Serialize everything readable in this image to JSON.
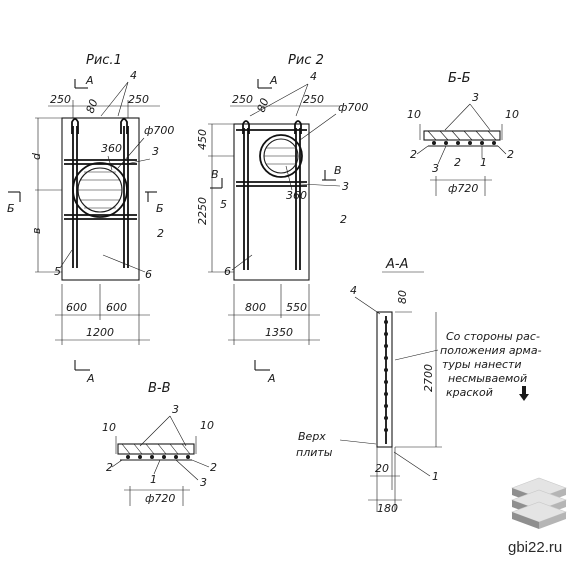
{
  "figure1": {
    "title": "Рис.1",
    "section_a": "А",
    "callout_4": "4",
    "dim_250_left": "250",
    "dim_80": "80",
    "dim_250_right": "250",
    "dim_700": "ф700",
    "dim_360": "360",
    "callout_3": "3",
    "dim_d": "d",
    "dim_b": "в",
    "section_b_left": "Б",
    "section_b_right": "Б",
    "callout_2": "2",
    "callout_5": "5",
    "callout_6": "6",
    "dim_600_left": "600",
    "dim_600_right": "600",
    "dim_1200": "1200",
    "section_a_bottom": "А"
  },
  "figure2": {
    "title": "Рис 2",
    "section_a": "А",
    "callout_4": "4",
    "dim_250_left": "250",
    "dim_80": "80",
    "dim_250_right": "250",
    "dim_700": "ф700",
    "dim_450": "450",
    "dim_2250": "2250",
    "section_v_left": "В",
    "section_v_right": "В",
    "callout_3": "3",
    "dim_360": "360",
    "callout_5": "5",
    "callout_2": "2",
    "callout_6": "6",
    "dim_800": "800",
    "dim_550": "550",
    "dim_1350": "1350",
    "section_a_bottom": "А"
  },
  "section_bb": {
    "title": "Б-Б",
    "callout_3": "3",
    "dim_10_left": "10",
    "dim_10_right": "10",
    "callout_2_left": "2",
    "callout_3_low": "3",
    "callout_2_mid": "2",
    "callout_1": "1",
    "callout_2_right": "2",
    "dim_720": "ф720"
  },
  "section_vv": {
    "title": "В-В",
    "callout_3": "3",
    "dim_10_left": "10",
    "dim_10_right": "10",
    "callout_2_left": "2",
    "callout_2_right": "2",
    "callout_1": "1",
    "callout_3_low": "3",
    "dim_720": "ф720"
  },
  "section_aa": {
    "title": "А-А",
    "callout_4": "4",
    "dim_80": "80",
    "dim_2700": "2700",
    "note_line1": "Со стороны рас-",
    "note_line2": "положения арма-",
    "note_line3": "туры нанести",
    "note_line4": "несмываемой",
    "note_line5": "краской",
    "top_label_1": "Верх",
    "top_label_2": "плиты",
    "dim_20": "20",
    "callout_1": "1",
    "dim_180": "180"
  },
  "watermark": {
    "text": "gbi22.ru"
  }
}
